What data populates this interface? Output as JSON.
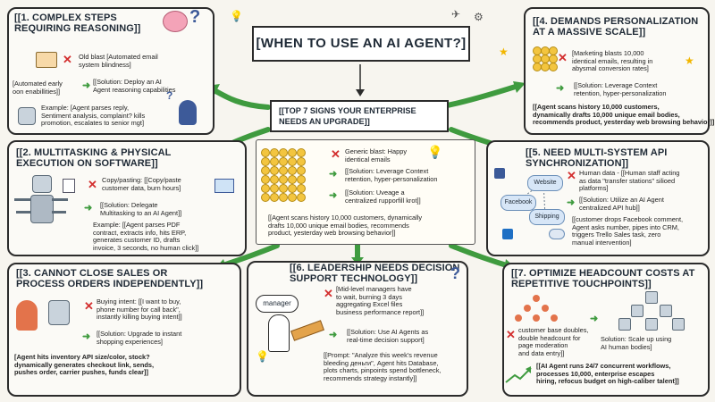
{
  "header": {
    "title": "[WHEN TO USE AN AI AGENT?]",
    "subtitle": "[[TOP 7 SIGNS YOUR ENTERPRISE\nNEEDS AN UPGRADE]]"
  },
  "sign1": {
    "title": "[[1. COMPLEX STEPS\nREQUIRING REASONING]]",
    "problem": "Old blast [Automated email\nsystem blindness]",
    "left_note": "[Automated early\noon enabillities]]",
    "solution": "[[Solution: Deploy an AI\nAgent reasoning capabilities",
    "example": "Example: [Agent parses reply,\nSentiment analysis, complaint? kills\npromotion, escalates to senior mgt]"
  },
  "sign2": {
    "title": "[[2. MULTITASKING & PHYSICAL\nEXECUTION ON SOFTWARE]]",
    "problem": "Copy/pasting: [[Copy/paste\ncustomer data, burn hours]",
    "solution": "[[Solution: Delegate\nMultitasking to an AI Agent]]",
    "example": "Example: [[Agent parses PDF\ncontract, extracts info, hits ERP,\ngenerates customer ID, drafts\ninvoice, 3 seconds, no human click]]"
  },
  "sign3": {
    "title": "[[3. CANNOT CLOSE SALES OR\nPROCESS ORDERS INDEPENDENTLY]]",
    "problem": "Buying intent: [[I want to buy,\nphone number for call back\",\ninstantly killing buying intent]]",
    "solution": "[[Solution: Upgrade to instant\nshopping experiences]",
    "example": "[Agent hits inventory API size/color, stock?\ndynamically generates checkout link, sends,\npushes order, carrier pushes, funds clear]]"
  },
  "sign4": {
    "title": "[[4. DEMANDS PERSONALIZATION\nAT A MASSIVE SCALE]]",
    "problem": "[Marketing blasts 10,000\nidentical emails, resulting in\nabysmal conversion rates]",
    "solution": "[[Solution: Leverage Context\nretention, hyper-personalization",
    "example": "[[Agent scans history 10,000 customers,\ndynamically drafts 10,000 unique email bodies,\nrecommends product, yesterday web browsing behavior]]"
  },
  "sign5": {
    "title": "[[5. NEED MULTI-SYSTEM API\nSYNCHRONIZATION]]",
    "nodes": [
      "Website",
      "Facebook",
      "Shipping"
    ],
    "problem": "Human data - [[Human staff acting\nas data \"transfer stations\" silioed\nplatforms]",
    "solution": "[[Solution: Utilize an AI Agent\ncentralized API hub]]",
    "example": "[[customer drops Facebook comment,\nAgent asks number, pipes into CRM,\ntriggers Trello Sales task, zero\nmanual intervention]"
  },
  "sign6": {
    "title": "[[6. LEADERSHIP NEEDS DECISION\nSUPPORT TECHNOLOGY]]",
    "bubble": "manager",
    "problem": "[Mid-level managers have\nto wait, burning 3 days\naggregating Excel files\nbusiness performance report]]",
    "solution": "[[Solution: Use AI Agents as\nreal-time decision support]",
    "example": "[[Prompt: \"Analyze this week's revenue\nbleeding деньги\", Agent hits Database,\nplots charts, pinpoints spend bottleneck,\nrecommends strategy instantly]]"
  },
  "sign7": {
    "title": "[[7. OPTIMIZE HEADCOUNT COSTS AT\nREPETITIVE TOUCHPOINTS]]",
    "problem": "customer base doubles,\ndouble headcount for\npage moderation\nand data entry]]",
    "solution": "Solution: Scale up using\nAI human bodies]",
    "example": "[[AI Agent runs 24/7 concurrent workflows,\nprocesses 10,000, enterprise escapes\nhiring, refocus budget on high-caliber talent]]"
  },
  "center": {
    "problem": "Generic blast: Happy\nidentical emails",
    "solution1": "[[Solution: Leverage Context\nretention, hyper-personalization",
    "solution2": "[[Solution: Uveage a\ncentralized rupporfill krot]]",
    "example": "[[Agent scans history 10,000 customers, dynamically\ndrafts 10,000 unique email bodies, recommends\nproduct, yesterday web browsing behavior]]"
  },
  "colors": {
    "problem": "#d32f2f",
    "solution_arrow": "#3f9b3f",
    "star": "#f2b600",
    "border": "#2b2b2b"
  }
}
